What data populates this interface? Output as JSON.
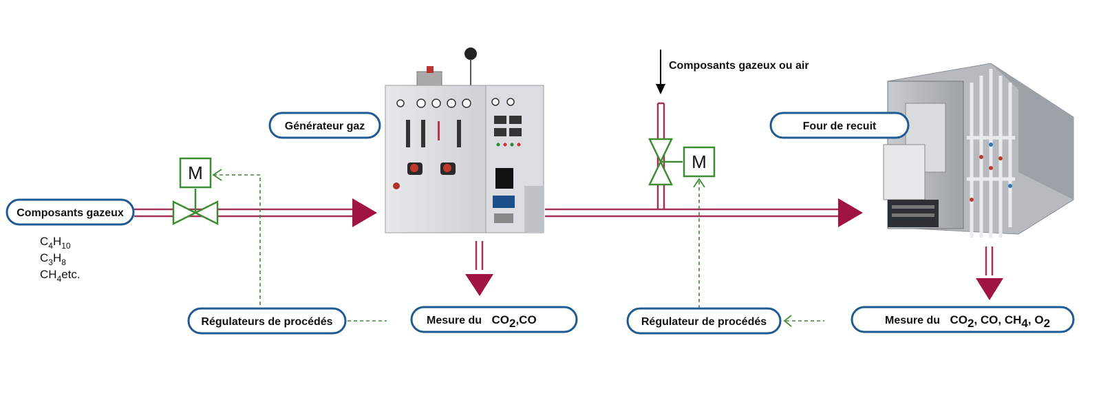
{
  "labels": {
    "gas_components": "Composants gazeux",
    "gas_generator": "Générateur gaz",
    "gas_or_air": "Composants gazeux ou air",
    "annealing_furnace": "Four de recuit",
    "process_regulators": "Régulateurs de procédés",
    "process_regulator": "Régulateur de procédés",
    "measure_prefix": "Mesure du"
  },
  "feed_gases": [
    {
      "base": "C",
      "n1": "4",
      "mid": "H",
      "n2": "10",
      "suffix": ""
    },
    {
      "base": "C",
      "n1": "3",
      "mid": "H",
      "n2": "8",
      "suffix": ""
    },
    {
      "base": "CH",
      "n1": "4",
      "mid": "",
      "n2": "",
      "suffix": "etc."
    }
  ],
  "measure_generator": {
    "co2": "CO",
    "co2_sub": "2",
    "rest": ",CO"
  },
  "measure_furnace": {
    "co2": "CO",
    "co2_sub": "2",
    "co": ", CO, ",
    "ch4": "CH",
    "ch4_sub": "4",
    "sep": ", ",
    "o2": "O",
    "o2_sub": "2"
  },
  "motor_label": "M",
  "colors": {
    "pipe": "#a0325a",
    "arrow": "#a01444",
    "valve": "#3c8c32",
    "pill_border": "#1f5a93",
    "signal": "#3c8c32"
  }
}
